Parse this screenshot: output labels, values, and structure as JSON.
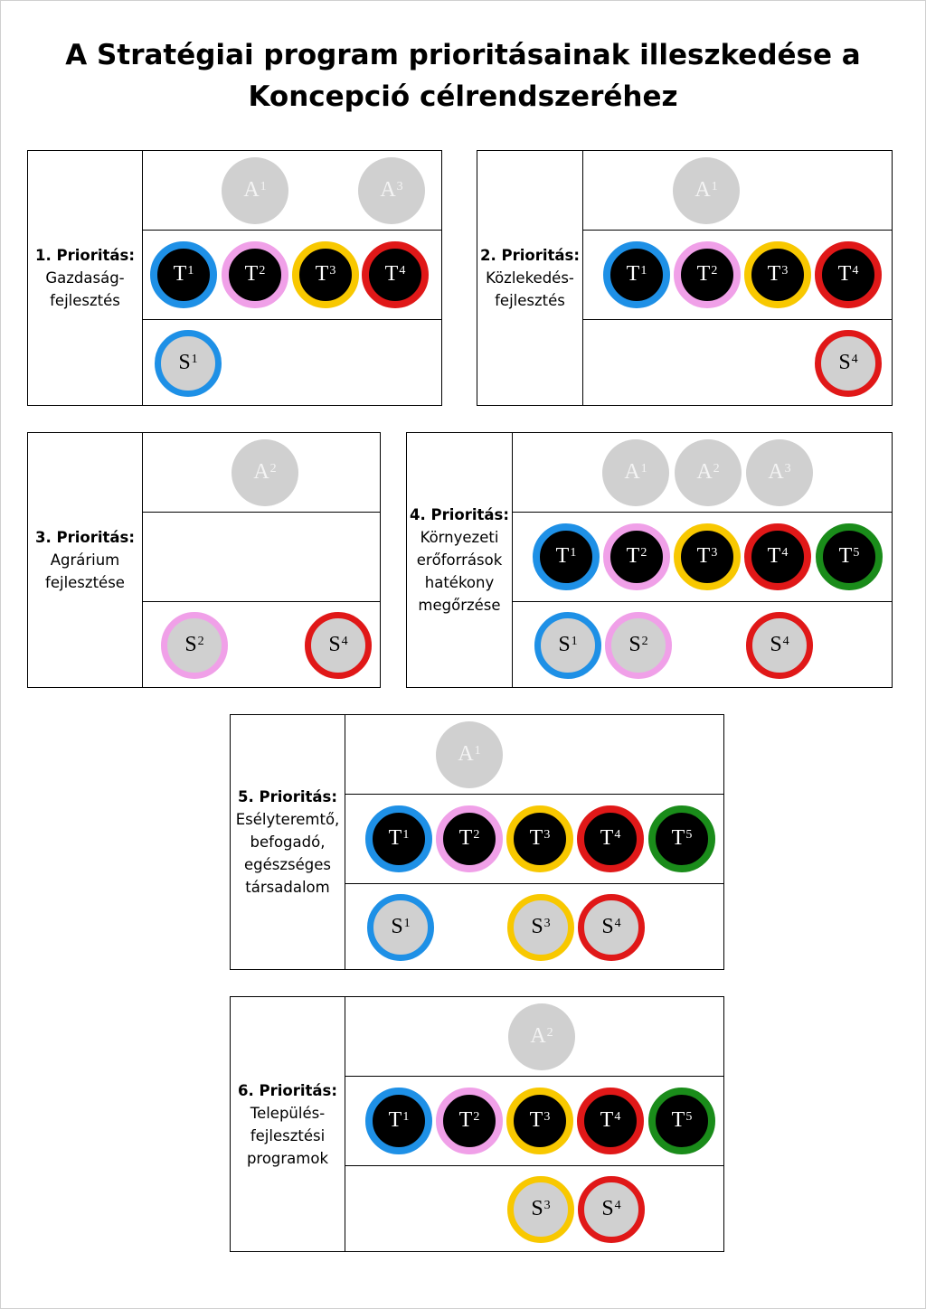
{
  "title": "A Stratégiai program prioritásainak illeszkedése a\nKoncepció célrendszeréhez",
  "colors": {
    "1": "#1e90e6",
    "2": "#f0a0e8",
    "3": "#f8c800",
    "4": "#e01818",
    "5": "#1a8c1a"
  },
  "priorities": [
    {
      "heading": "1. Prioritás:",
      "name": "Gazdaság-\nfejlesztés",
      "A": [
        "1",
        "3"
      ],
      "T": [
        "1",
        "2",
        "3",
        "4"
      ],
      "S": [
        "1"
      ]
    },
    {
      "heading": "2. Prioritás:",
      "name": "Közlekedés-\nfejlesztés",
      "A": [
        "1"
      ],
      "T": [
        "1",
        "2",
        "3",
        "4"
      ],
      "S": [
        "4"
      ]
    },
    {
      "heading": "3. Prioritás:",
      "name": "Agrárium\nfejlesztése",
      "A": [
        "2"
      ],
      "T": [],
      "S": [
        "2",
        "4"
      ]
    },
    {
      "heading": "4. Prioritás:",
      "name": "Környezeti\nerőforrások\nhatékony\nmegőrzése",
      "A": [
        "1",
        "2",
        "3"
      ],
      "T": [
        "1",
        "2",
        "3",
        "4",
        "5"
      ],
      "S": [
        "1",
        "2",
        "4"
      ]
    },
    {
      "heading": "5. Prioritás:",
      "name": "Esélyteremtő,\nbefogadó,\negészséges\ntársadalom",
      "A": [
        "1"
      ],
      "T": [
        "1",
        "2",
        "3",
        "4",
        "5"
      ],
      "S": [
        "1",
        "3",
        "4"
      ]
    },
    {
      "heading": "6. Prioritás:",
      "name": "Település-\nfejlesztési\nprogramok",
      "A": [
        "2"
      ],
      "T": [
        "1",
        "2",
        "3",
        "4",
        "5"
      ],
      "S": [
        "3",
        "4"
      ]
    }
  ]
}
